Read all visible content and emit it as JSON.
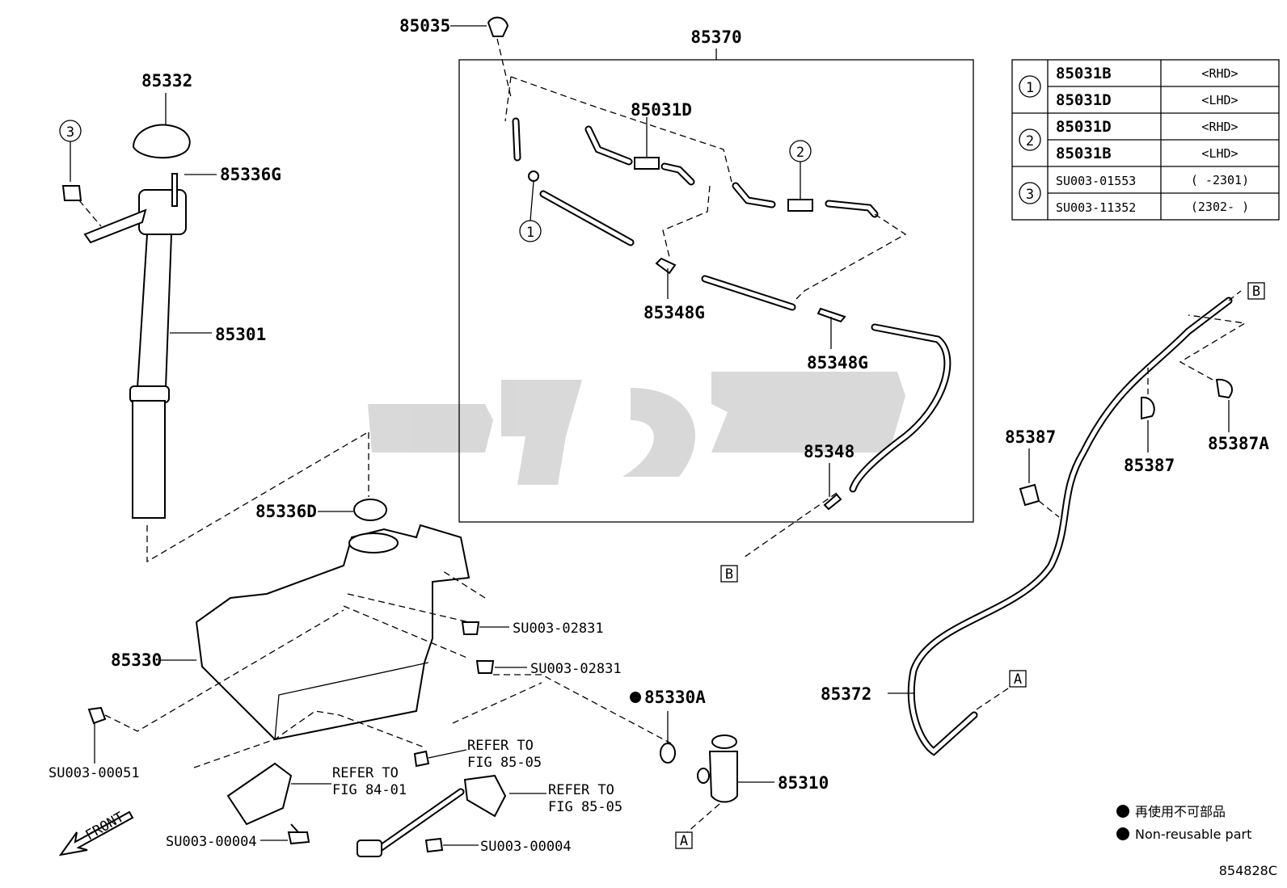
{
  "title_label": "85370",
  "drawing_number": "854828C",
  "watermark_text": "کوپارت",
  "parts": {
    "p85035": "85035",
    "p85332": "85332",
    "p85336G": "85336G",
    "p85301": "85301",
    "p85336D": "85336D",
    "p85330": "85330",
    "p85031D": "85031D",
    "p85348G_a": "85348G",
    "p85348G_b": "85348G",
    "p85348": "85348",
    "p85387_a": "85387",
    "p85387_b": "85387",
    "p85387A": "85387A",
    "p85372": "85372",
    "p85330A": "85330A",
    "p85310": "85310",
    "su_02831_a": "SU003-02831",
    "su_02831_b": "SU003-02831",
    "su_00051": "SU003-00051",
    "su_00004_a": "SU003-00004",
    "su_00004_b": "SU003-00004"
  },
  "refs": {
    "refer_a_1": "REFER TO",
    "refer_a_2": "FIG 85-05",
    "refer_b_1": "REFER TO",
    "refer_b_2": "FIG 84-01",
    "refer_c_1": "REFER TO",
    "refer_c_2": "FIG 85-05"
  },
  "callouts": {
    "c1": "1",
    "c2": "2",
    "c3": "3",
    "box_b_top": "B",
    "box_b_bottom": "B",
    "box_a_right": "A",
    "box_a_bottom": "A",
    "front": "FRONT"
  },
  "table": {
    "rows": [
      {
        "group": "1",
        "part": "85031B",
        "note": "<RHD>"
      },
      {
        "group": "1",
        "part": "85031D",
        "note": "<LHD>"
      },
      {
        "group": "2",
        "part": "85031D",
        "note": "<RHD>"
      },
      {
        "group": "2",
        "part": "85031B",
        "note": "<LHD>"
      },
      {
        "group": "3",
        "part": "SU003-01553",
        "note": "(      -2301)"
      },
      {
        "group": "3",
        "part": "SU003-11352",
        "note": "(2302-      )"
      }
    ]
  },
  "legend": {
    "jp": "再使用不可部品",
    "en": "Non-reusable part"
  }
}
